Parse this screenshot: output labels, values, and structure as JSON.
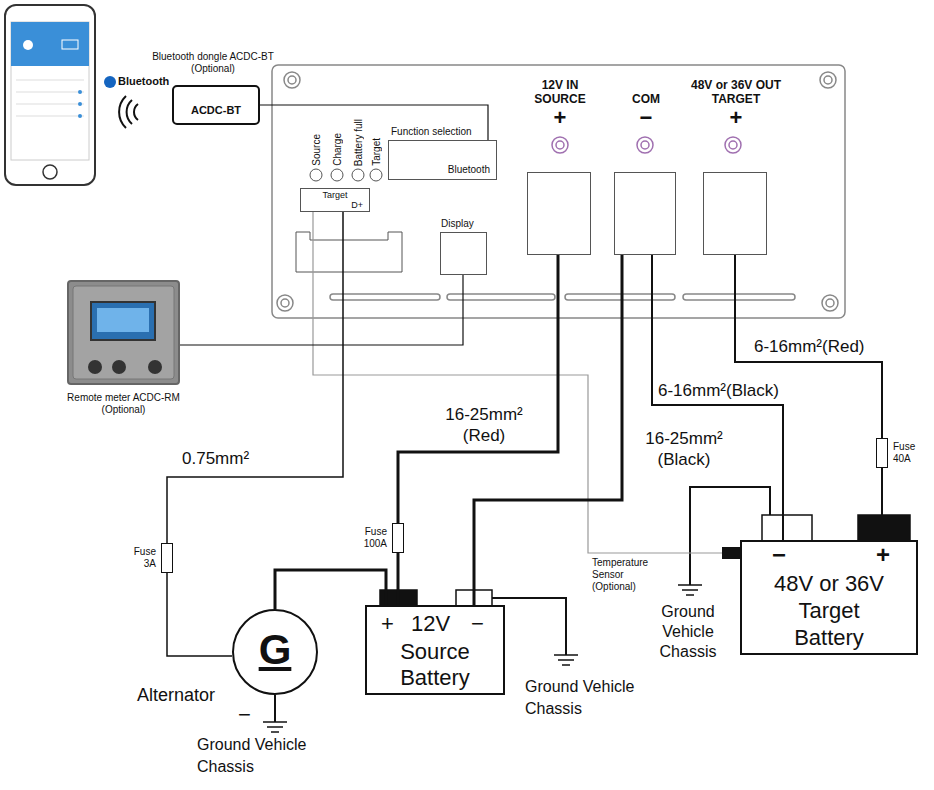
{
  "diagram": {
    "nodes": [
      {
        "text": [
          "Bluetooth dongle ACDC-BT (Optional)",
          "ACDC-BT"
        ]
      },
      {
        "text": [
          "Function selection",
          "Bluetooth"
        ]
      },
      {
        "text": [
          "Target",
          "D+"
        ]
      },
      {
        "text": [
          "Display"
        ]
      },
      {
        "text": [
          "12V IN SOURCE",
          "+"
        ]
      },
      {
        "text": [
          "COM",
          "−"
        ]
      },
      {
        "text": [
          "48V or 36V OUT TARGET",
          "+"
        ]
      },
      {
        "text": [
          "Remote meter ACDC-RM (Optional)"
        ]
      },
      {
        "text": [
          "Fuse 3A"
        ]
      },
      {
        "text": [
          "Fuse 100A"
        ]
      },
      {
        "text": [
          "Fuse 40A"
        ]
      },
      {
        "text": [
          "G",
          "−",
          "Alternator"
        ]
      },
      {
        "text": [
          "+",
          "12V",
          "−",
          "Source Battery"
        ]
      },
      {
        "text": [
          "−",
          "+",
          "48V or 36V Target Battery"
        ]
      }
    ],
    "edges": [
      {
        "from": 0,
        "to": 1,
        "arrow": "none"
      },
      {
        "from": 7,
        "to": 3,
        "arrow": "none"
      },
      {
        "from": 8,
        "to": 11,
        "arrow": "none"
      },
      {
        "from": 8,
        "to": 2,
        "label": "0.75mm²",
        "arrow": "none"
      },
      {
        "from": 11,
        "to": 12,
        "arrow": "none"
      },
      {
        "from": 12,
        "to": 9,
        "arrow": "none"
      },
      {
        "from": 9,
        "to": 4,
        "label": "16-25mm² (Red)",
        "arrow": "none"
      },
      {
        "from": 5,
        "to": 12,
        "label": "16-25mm² (Black)",
        "arrow": "none"
      },
      {
        "from": 5,
        "to": 13,
        "label": "6-16mm²(Black)",
        "arrow": "none"
      },
      {
        "from": 6,
        "to": 10,
        "label": "6-16mm²(Red)",
        "arrow": "none"
      },
      {
        "from": 10,
        "to": 13,
        "arrow": "none"
      }
    ],
    "labels": [
      "Bluetooth",
      "Source",
      "Charge",
      "Battery full",
      "Target",
      "Temperature Sensor (Optional)",
      "Ground Vehicle Chassis",
      "Ground Vehicle Chassis",
      "Ground Vehicle Chassis"
    ]
  }
}
